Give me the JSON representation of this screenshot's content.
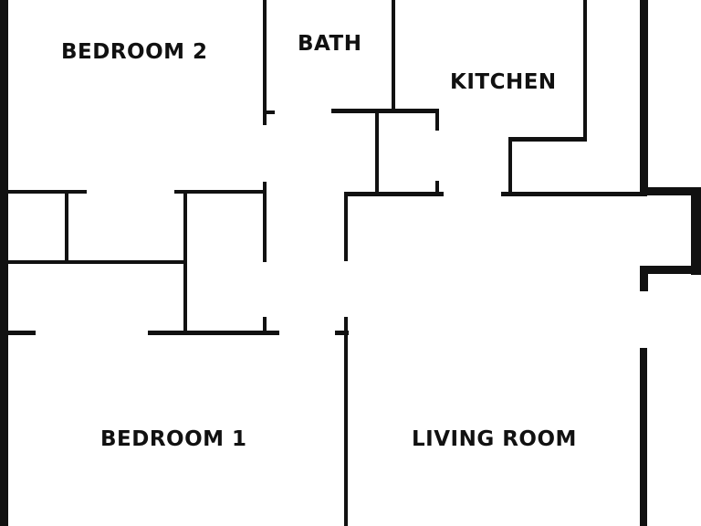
{
  "floor_plan": {
    "wall_color": "#111111",
    "background_color": "#ffffff",
    "rooms": {
      "bedroom_2": "BEDROOM 2",
      "bath": "BATH",
      "kitchen": "KITCHEN",
      "bedroom_1": "BEDROOM 1",
      "living_room": "LIVING ROOM"
    }
  }
}
